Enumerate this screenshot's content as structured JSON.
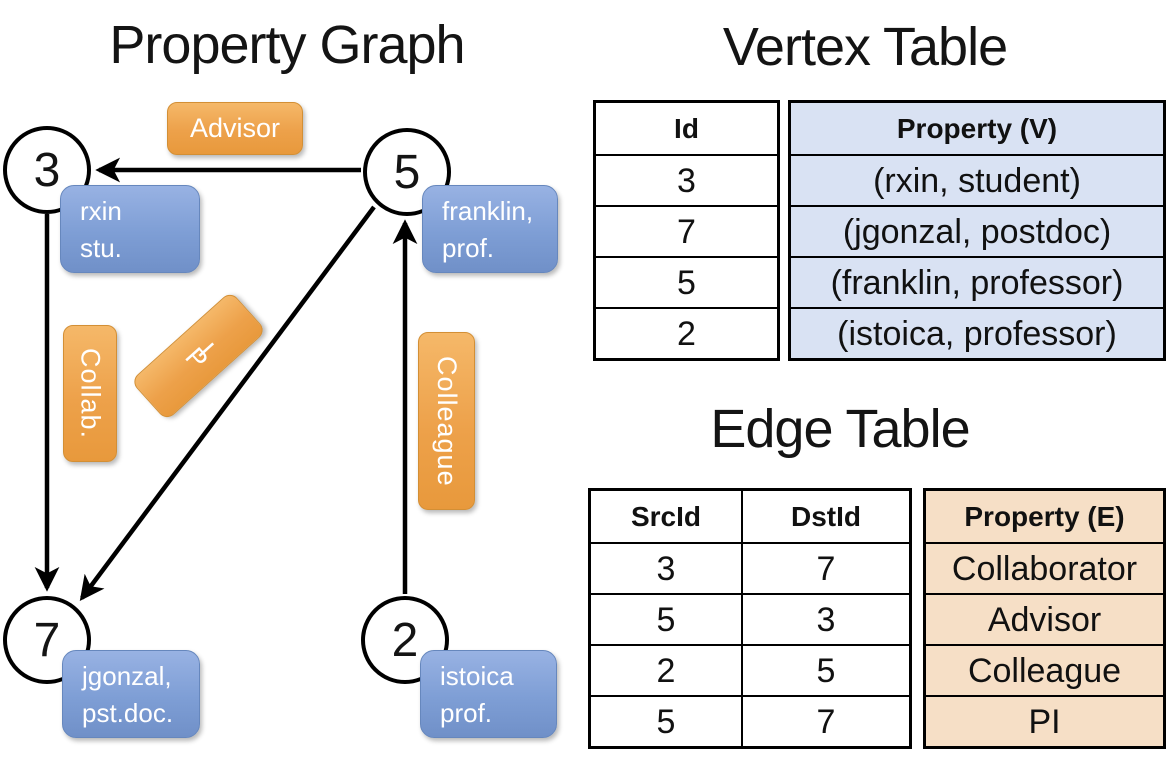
{
  "graph": {
    "title": "Property Graph",
    "vertices": {
      "v3": {
        "id": "3",
        "line1": "rxin",
        "line2": "stu."
      },
      "v5": {
        "id": "5",
        "line1": "franklin,",
        "line2": "prof."
      },
      "v7": {
        "id": "7",
        "line1": "jgonzal,",
        "line2": "pst.doc."
      },
      "v2": {
        "id": "2",
        "line1": "istoica",
        "line2": "prof."
      }
    },
    "edge_labels": {
      "advisor": "Advisor",
      "collab": "Collab.",
      "pi_letters": [
        "P",
        "I"
      ],
      "colleague": "Colleague"
    }
  },
  "vertex_table": {
    "title": "Vertex Table",
    "columns": [
      "Id",
      "Property (V)"
    ],
    "rows": [
      [
        "3",
        "(rxin, student)"
      ],
      [
        "7",
        "(jgonzal, postdoc)"
      ],
      [
        "5",
        "(franklin, professor)"
      ],
      [
        "2",
        "(istoica, professor)"
      ]
    ]
  },
  "edge_table": {
    "title": "Edge Table",
    "columns": [
      "SrcId",
      "DstId",
      "Property (E)"
    ],
    "rows": [
      [
        "3",
        "7",
        "Collaborator"
      ],
      [
        "5",
        "3",
        "Advisor"
      ],
      [
        "2",
        "5",
        "Colleague"
      ],
      [
        "5",
        "7",
        "PI"
      ]
    ]
  },
  "colors": {
    "edge_label_fill": "#EDA14A",
    "edge_label_border": "#D38F35",
    "vertex_card_fill": "#7E9ED5",
    "vertex_card_border": "#6687BD",
    "vertex_table_fill": "#D9E2F3",
    "edge_table_fill": "#F6DFC6",
    "line_color": "#000000",
    "label_text": "#FFFFFF"
  }
}
